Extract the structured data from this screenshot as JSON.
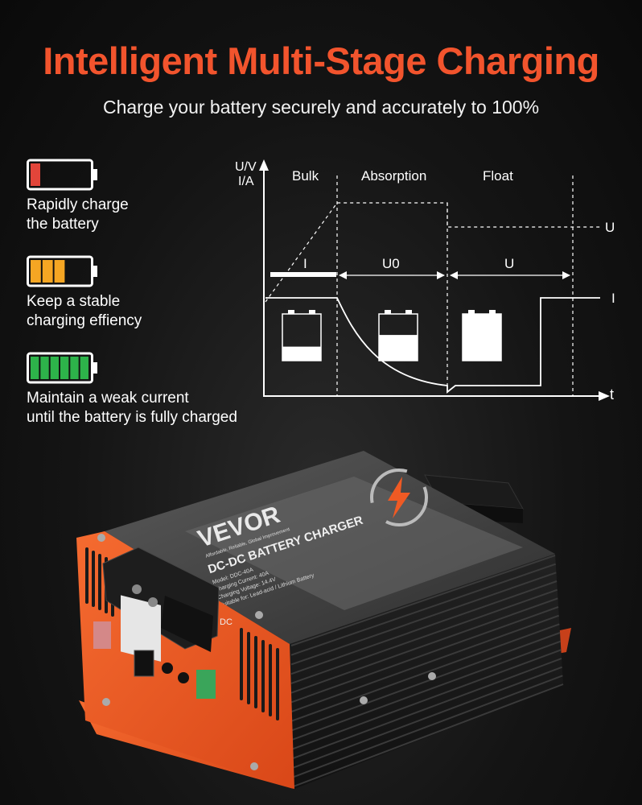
{
  "colors": {
    "accent": "#f2542d",
    "battery_low": "#e2453a",
    "battery_mid": "#f5a623",
    "battery_full": "#2db34a",
    "device_orange": "#ef5a24"
  },
  "header": {
    "title": "Intelligent Multi-Stage Charging",
    "subtitle": "Charge your battery securely and accurately to 100%"
  },
  "features": [
    {
      "icon": "battery-low-icon",
      "level": 0.2,
      "text": "Rapidly charge\nthe battery"
    },
    {
      "icon": "battery-medium-icon",
      "level": 0.6,
      "text": "Keep a stable\ncharging effiency"
    },
    {
      "icon": "battery-full-icon",
      "level": 1.0,
      "text": "Maintain a weak current\nuntil the battery is fully charged"
    }
  ],
  "diagram": {
    "y_axis_label_1": "U/V",
    "y_axis_label_2": "I/A",
    "x_axis_label": "t",
    "stages": [
      "Bulk",
      "Absorption",
      "Float"
    ],
    "u_label_right": "U",
    "i_label_right": "I",
    "segment_labels": [
      "I",
      "U0",
      "U"
    ],
    "stage_battery_levels": [
      0.3,
      0.55,
      1.0
    ]
  },
  "device": {
    "brand": "VEVOR",
    "tagline": "Affordable, Reliable, Global Improvement",
    "label": "DC-DC BATTERY CHARGER",
    "spec_lines": [
      "Model: DDC-40A",
      "Charging Current: 40A",
      "Charging Voltage: 14.4V",
      "Suitable for: Lead-acid / Lithium Battery"
    ],
    "side_mark": "DC"
  }
}
